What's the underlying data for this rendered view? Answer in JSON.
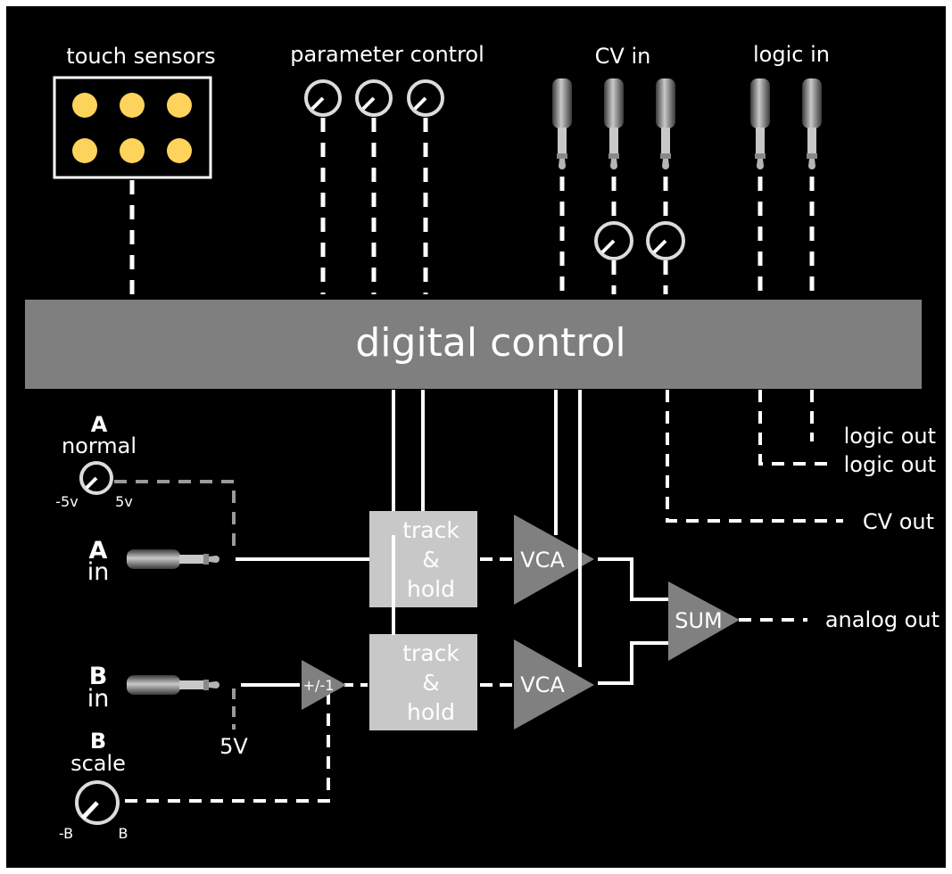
{
  "top_labels": {
    "touch_sensors": "touch sensors",
    "parameter_control": "parameter control",
    "cv_in": "CV in",
    "logic_in": "logic in"
  },
  "digital_control": "digital control",
  "channel_a": {
    "title": "A",
    "normal_label": "normal",
    "knob_min": "-5v",
    "knob_max": "5v",
    "input_letter": "A",
    "input_word": "in"
  },
  "channel_b": {
    "input_letter": "B",
    "input_word": "in",
    "ref_voltage": "5V",
    "title": "B",
    "scale_label": "scale",
    "knob_min": "-B",
    "knob_max": "B",
    "invert_label": "+/-1"
  },
  "track_hold": {
    "line1": "track",
    "line2": "&",
    "line3": "hold"
  },
  "vca_label": "VCA",
  "sum_label": "SUM",
  "outputs": {
    "logic_out_1": "logic out",
    "logic_out_2": "logic out",
    "cv_out": "CV out",
    "analog_out": "analog out"
  },
  "colors": {
    "background": "#000000",
    "frame": "#ffffff",
    "digital_block": "#7f7f7f",
    "track_hold_box": "#c8c8c8",
    "triangle": "#808080",
    "sensor_pad": "#fdd35b",
    "wire": "#ffffff"
  }
}
